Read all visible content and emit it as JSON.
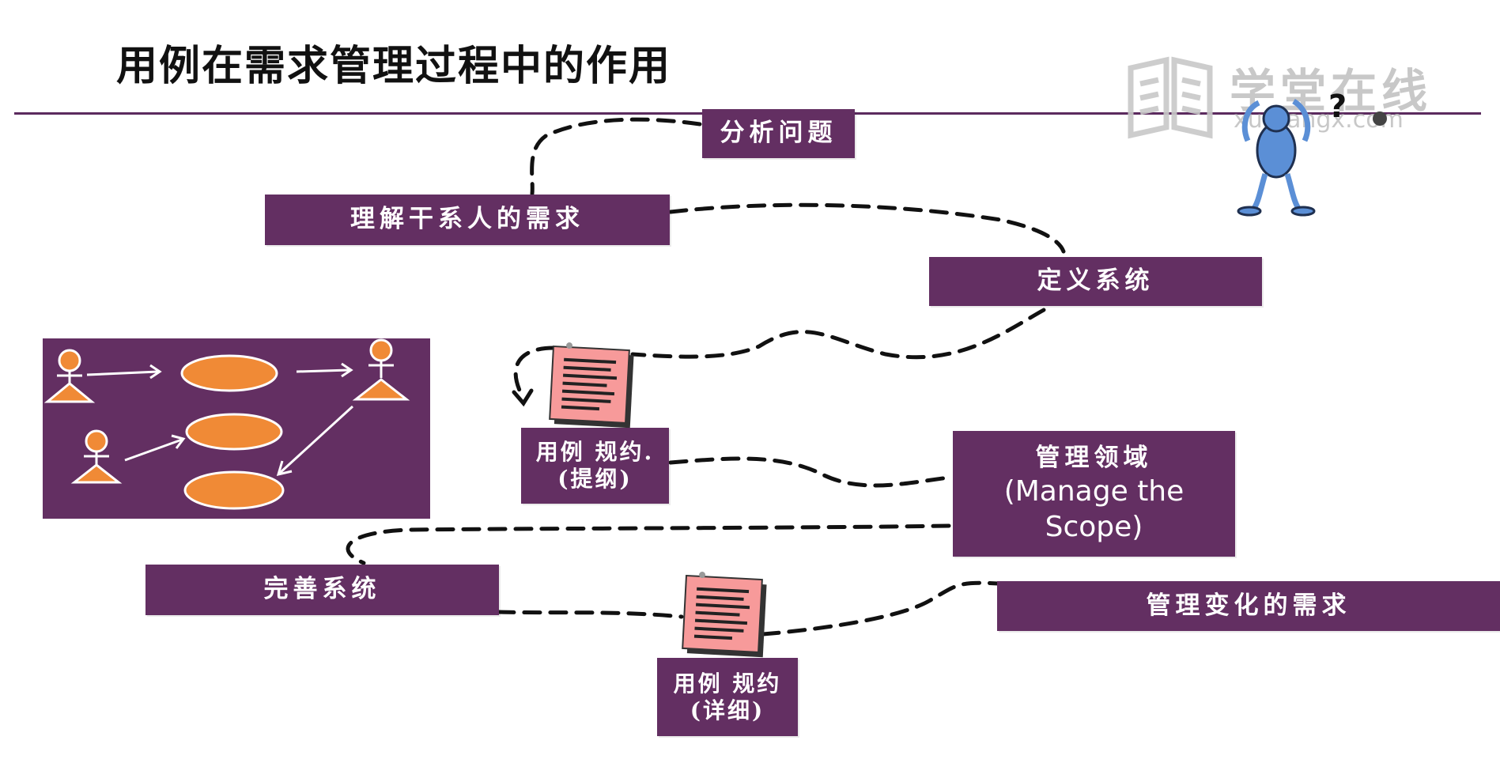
{
  "title": "用例在需求管理过程中的作用",
  "colors": {
    "box_fill": "#632f62",
    "box_text": "#ffffff",
    "rule": "#5b2a5e",
    "ellipse_fill": "#f08a36",
    "document_fill": "#f79a9a",
    "figure_fill": "#5b8fd6"
  },
  "boxes": {
    "analyze": "分析问题",
    "understand": "理解干系人的需求",
    "define": "定义系统",
    "spec_outline_line1": "用例 规约.",
    "spec_outline_line2": "(提纲)",
    "scope_line1": "管理领域",
    "scope_line2": "(Manage the",
    "scope_line3": "Scope)",
    "refine": "完善系统",
    "change": "管理变化的需求",
    "spec_detail_line1": "用例 规约",
    "spec_detail_line2": "(详细)"
  },
  "watermark": {
    "name": "学堂在线",
    "url": "xuetangx.com",
    "logo_icon": "open-book-icon"
  },
  "icons": {
    "document": "document-icon",
    "thinking_figure": "thinking-figure-icon",
    "use_case_diagram": "use-case-diagram-image"
  }
}
